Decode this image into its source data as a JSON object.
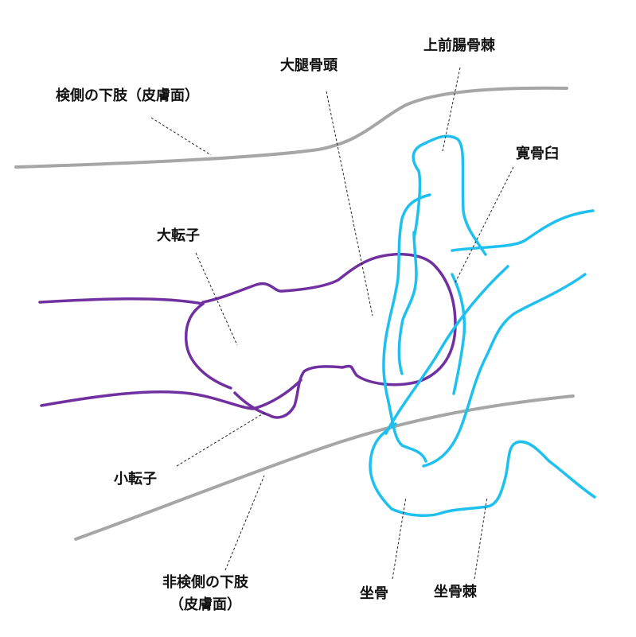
{
  "labels": {
    "affected_limb": "検側の下肢（皮膚面）",
    "femoral_head": "大腿骨頭",
    "asis": "上前腸骨棘",
    "acetabulum": "寛骨臼",
    "greater_trochanter": "大転子",
    "lesser_trochanter": "小転子",
    "unaffected_limb_line1": "非検側の下肢",
    "unaffected_limb_line2": "（皮膚面）",
    "ischium": "坐骨",
    "ischial_spine": "坐骨棘"
  },
  "colors": {
    "skin": "#a6a6a6",
    "femur": "#7030a0",
    "pelvis": "#1ec0f0",
    "leader": "#222222",
    "text": "#111111"
  }
}
